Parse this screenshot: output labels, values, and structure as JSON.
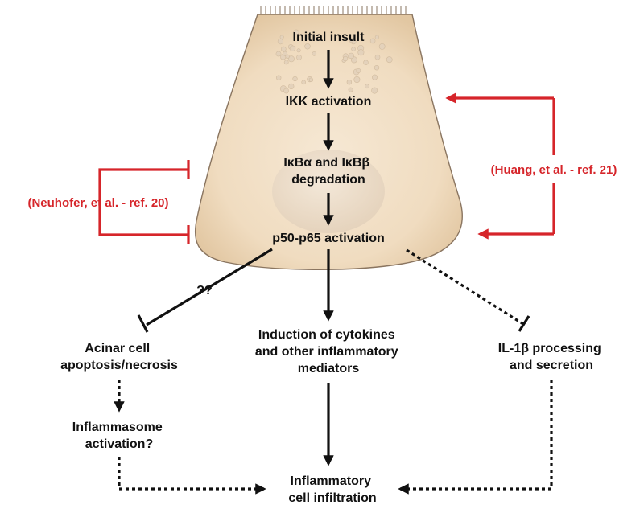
{
  "colors": {
    "text": "#111111",
    "citation": "#d6252a",
    "cell_fill": "#f2dfc4",
    "cell_shadow": "#e3c9a5",
    "nucleus": "#eadccb"
  },
  "nodes": {
    "initial_insult": [
      "Initial insult"
    ],
    "ikk_activation": [
      "IKK activation"
    ],
    "ikb_degradation": [
      "IκBα and IκBβ",
      "degradation"
    ],
    "p50_p65": [
      "p50-p65 activation"
    ],
    "cytokines": [
      "Induction of cytokines",
      "and other inflammatory",
      "mediators"
    ],
    "acinar": [
      "Acinar cell",
      "apoptosis/necrosis"
    ],
    "inflammasome": [
      "Inflammasome",
      "activation?"
    ],
    "il1b": [
      "IL-1β processing",
      "and secretion"
    ],
    "infiltration": [
      "Inflammatory",
      "cell infiltration"
    ]
  },
  "citations": {
    "neuhofer": "(Neuhofer, et al. - ref. 20)",
    "huang": "(Huang, et al. - ref. 21)"
  },
  "uncertain_mark": "??"
}
